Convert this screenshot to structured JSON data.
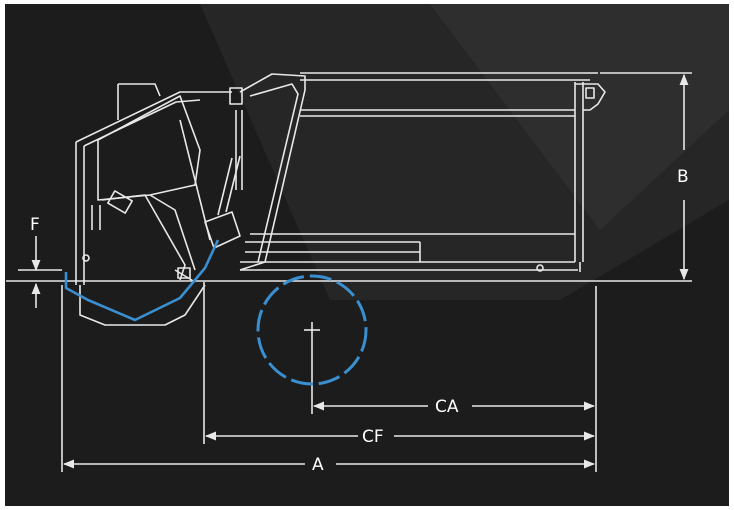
{
  "diagram": {
    "labels": {
      "A": "A",
      "B": "B",
      "CA": "CA",
      "CF": "CF",
      "F": "F"
    },
    "colors": {
      "background": "#1c1c1c",
      "background_panel": "#2b2b2b",
      "line": "#e8e8e8",
      "accent": "#3a8fd0"
    }
  }
}
